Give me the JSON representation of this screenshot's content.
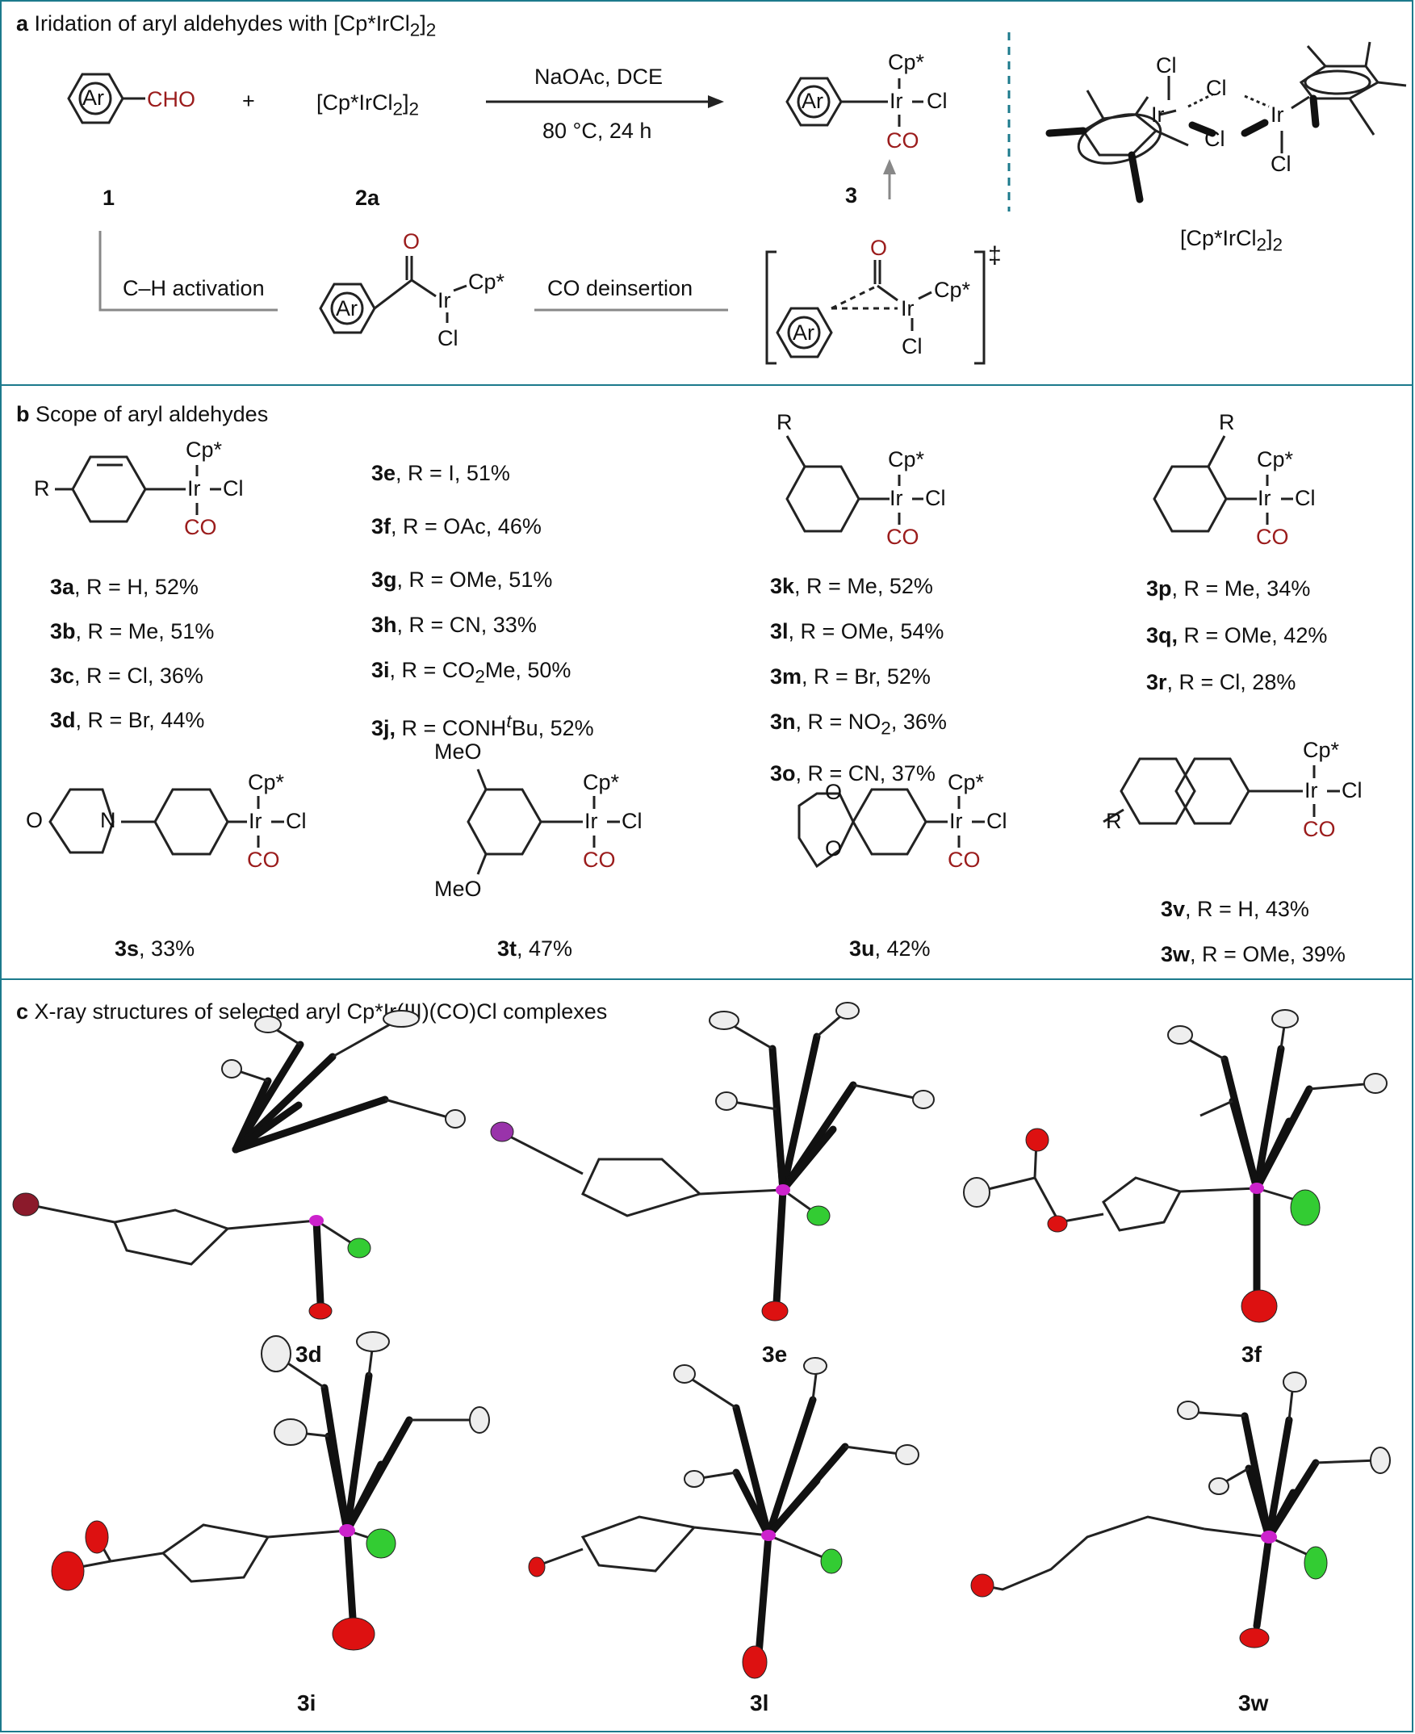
{
  "panel_a": {
    "letter": "a",
    "title": "Iridation of aryl aldehydes with [Cp*IrCl",
    "title_sub": "2",
    "title_end": "]",
    "title_sub2": "2",
    "cho": "CHO",
    "plus": "+",
    "ar": "Ar",
    "reagent": "[Cp*IrCl",
    "reagent_sub": "2",
    "reagent_end": "]",
    "reagent_sub2": "2",
    "cond1": "NaOAc, DCE",
    "cond2": "80 °C, 24 h",
    "cp": "Cp*",
    "ir": "Ir",
    "cl": "Cl",
    "co": "CO",
    "o": "O",
    "label1": "1",
    "label2a": "2a",
    "label3": "3",
    "ch_activation": "C–H activation",
    "co_deinsertion": "CO deinsertion",
    "ts": "‡",
    "dimer_label": "[Cp*IrCl",
    "dimer_sub": "2",
    "dimer_end": "]",
    "dimer_sub2": "2"
  },
  "panel_b": {
    "letter": "b",
    "title": "Scope of aryl aldehydes",
    "r": "R",
    "n": "N",
    "o": "O",
    "meo": "MeO",
    "entries_para": [
      {
        "id": "3a",
        "text": ", R = H, 52%"
      },
      {
        "id": "3b",
        "text": ", R = Me, 51%"
      },
      {
        "id": "3c",
        "text": ", R = Cl, 36%"
      },
      {
        "id": "3d",
        "text": ", R = Br, 44%"
      }
    ],
    "entries_para2": [
      {
        "id": "3e",
        "text": ", R = I, 51%"
      },
      {
        "id": "3f",
        "text": ", R = OAc,  46%"
      },
      {
        "id": "3g",
        "text": ", R = OMe, 51%"
      },
      {
        "id": "3h",
        "text": ", R = CN,  33%"
      },
      {
        "id": "3i",
        "text": ", R = CO",
        "sub": "2",
        "end": "Me, 50%"
      },
      {
        "id": "3j,",
        "text": " R = CONH",
        "sup": "t",
        "end": "Bu, 52%"
      }
    ],
    "entries_meta": [
      {
        "id": "3k",
        "text": ", R = Me, 52%"
      },
      {
        "id": "3l",
        "text": ", R = OMe, 54%"
      },
      {
        "id": "3m",
        "text": ", R = Br, 52%"
      },
      {
        "id": "3n",
        "text": ", R = NO",
        "sub": "2",
        "end": ", 36%"
      },
      {
        "id": "3o",
        "text": ", R = CN, 37%"
      }
    ],
    "entries_ortho": [
      {
        "id": "3p",
        "text": ", R = Me, 34%"
      },
      {
        "id": "3q,",
        "text": " R = OMe, 42%"
      },
      {
        "id": "3r",
        "text": ", R = Cl, 28%"
      }
    ],
    "entry_3s": {
      "id": "3s",
      "text": ", 33%"
    },
    "entry_3t": {
      "id": "3t",
      "text": ", 47%"
    },
    "entry_3u": {
      "id": "3u",
      "text": ", 42%"
    },
    "entries_naph": [
      {
        "id": "3v",
        "text": ", R = H, 43%"
      },
      {
        "id": "3w",
        "text": ", R = OMe, 39%"
      }
    ]
  },
  "panel_c": {
    "letter": "c",
    "title": "X-ray structures of selected aryl Cp*Ir(III)(CO)Cl complexes",
    "labels": [
      "3d",
      "3e",
      "3f",
      "3i",
      "3l",
      "3w"
    ]
  },
  "colors": {
    "frame": "#1c7a8c",
    "carbonyl": "#9b1c1c",
    "iridium": "#cc22cc",
    "chlorine": "#33cc33",
    "oxygen": "#dd1111",
    "bromine": "#8b1a2b",
    "iodine": "#9933aa"
  }
}
